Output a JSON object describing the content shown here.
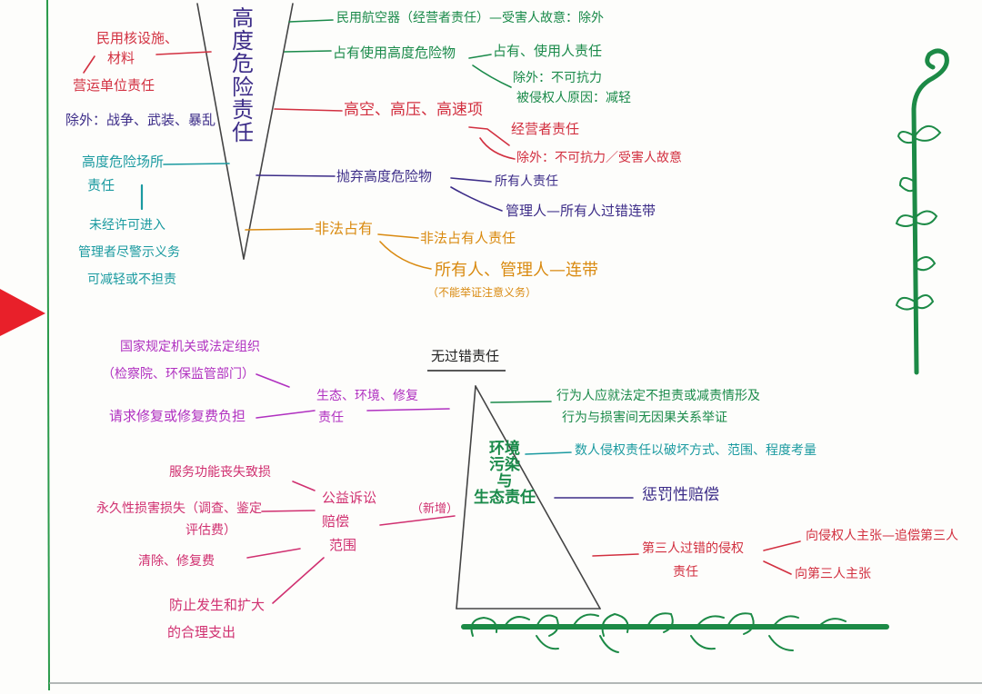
{
  "colors": {
    "green": "#1a8a4a",
    "red": "#d23040",
    "purple": "#3c2c88",
    "orange": "#d98a10",
    "teal": "#1a9aa0",
    "magenta": "#b030c0",
    "pink": "#d03070",
    "margin_line": "#2a9a4a",
    "arrow": "#e8202a",
    "vine": "#1c8a46"
  },
  "high_risk": {
    "title_chars": [
      "高",
      "度",
      "危",
      "险",
      "责",
      "任"
    ],
    "right": {
      "civil_aircraft": "民用航空器（经营者责任）—受害人故意：除外",
      "possess_use": "占有使用高度危险物",
      "possess_use_liability": "占有、使用人责任",
      "exception_force_1": "除外：不可抗力",
      "exception_force_2": "被侵权人原因：减轻",
      "high_altitude": "高空、高压、高速项",
      "operator_liability": "经营者责任",
      "exception_force_3": "除外：不可抗力／受害人故意",
      "abandon": "抛弃高度危险物",
      "owner_liability": "所有人责任",
      "manager_joint": "管理人—所有人过错连带",
      "illegal_possession": "非法占有",
      "illegal_possessor_liability": "非法占有人责任",
      "owner_manager_joint": "所有人、管理人—连带",
      "owner_manager_note": "（不能举证注意义务）"
    },
    "left": {
      "nuclear_1": "民用核设施、",
      "nuclear_2": "材料",
      "transport_unit": "营运单位责任",
      "nuclear_exception": "除外：战争、武装、暴乱",
      "high_risk_area_1": "高度危险场所",
      "high_risk_area_2": "责任",
      "unauthorized_1": "未经许可进入",
      "unauthorized_2": "管理者尽警示义务",
      "unauthorized_3": "可减轻或不担责"
    }
  },
  "environment": {
    "no_fault": "无过错责任",
    "title_lines": [
      "环境",
      "污染",
      "与",
      "生态责任"
    ],
    "right": {
      "burden_1": "行为人应就法定不担责或减责情形及",
      "burden_2": "行为与损害间无因果关系举证",
      "multiple": "数人侵权责任以破坏方式、范围、程度考量",
      "punitive": "惩罚性赔偿",
      "third_party_1": "第三人过错的侵权",
      "third_party_2": "责任",
      "claim_infringer": "向侵权人主张—追偿第三人",
      "claim_third": "向第三人主张"
    },
    "left": {
      "eco_repair_1": "生态、环境、修复",
      "eco_repair_2": "责任",
      "state_org": "国家规定机关或法定组织",
      "procuratorate": "（检察院、环保监管部门）",
      "request_cost": "请求修复或修复费负担",
      "new_added": "（新增）",
      "public_interest_1": "公益诉讼",
      "public_interest_2": "赔偿",
      "public_interest_3": "范围",
      "service_loss": "服务功能丧失致损",
      "permanent_1": "永久性损害损失（调查、鉴定",
      "permanent_2": "评估费）",
      "cleanup": "清除、修复费",
      "prevent_1": "防止发生和扩大",
      "prevent_2": "的合理支出"
    }
  }
}
